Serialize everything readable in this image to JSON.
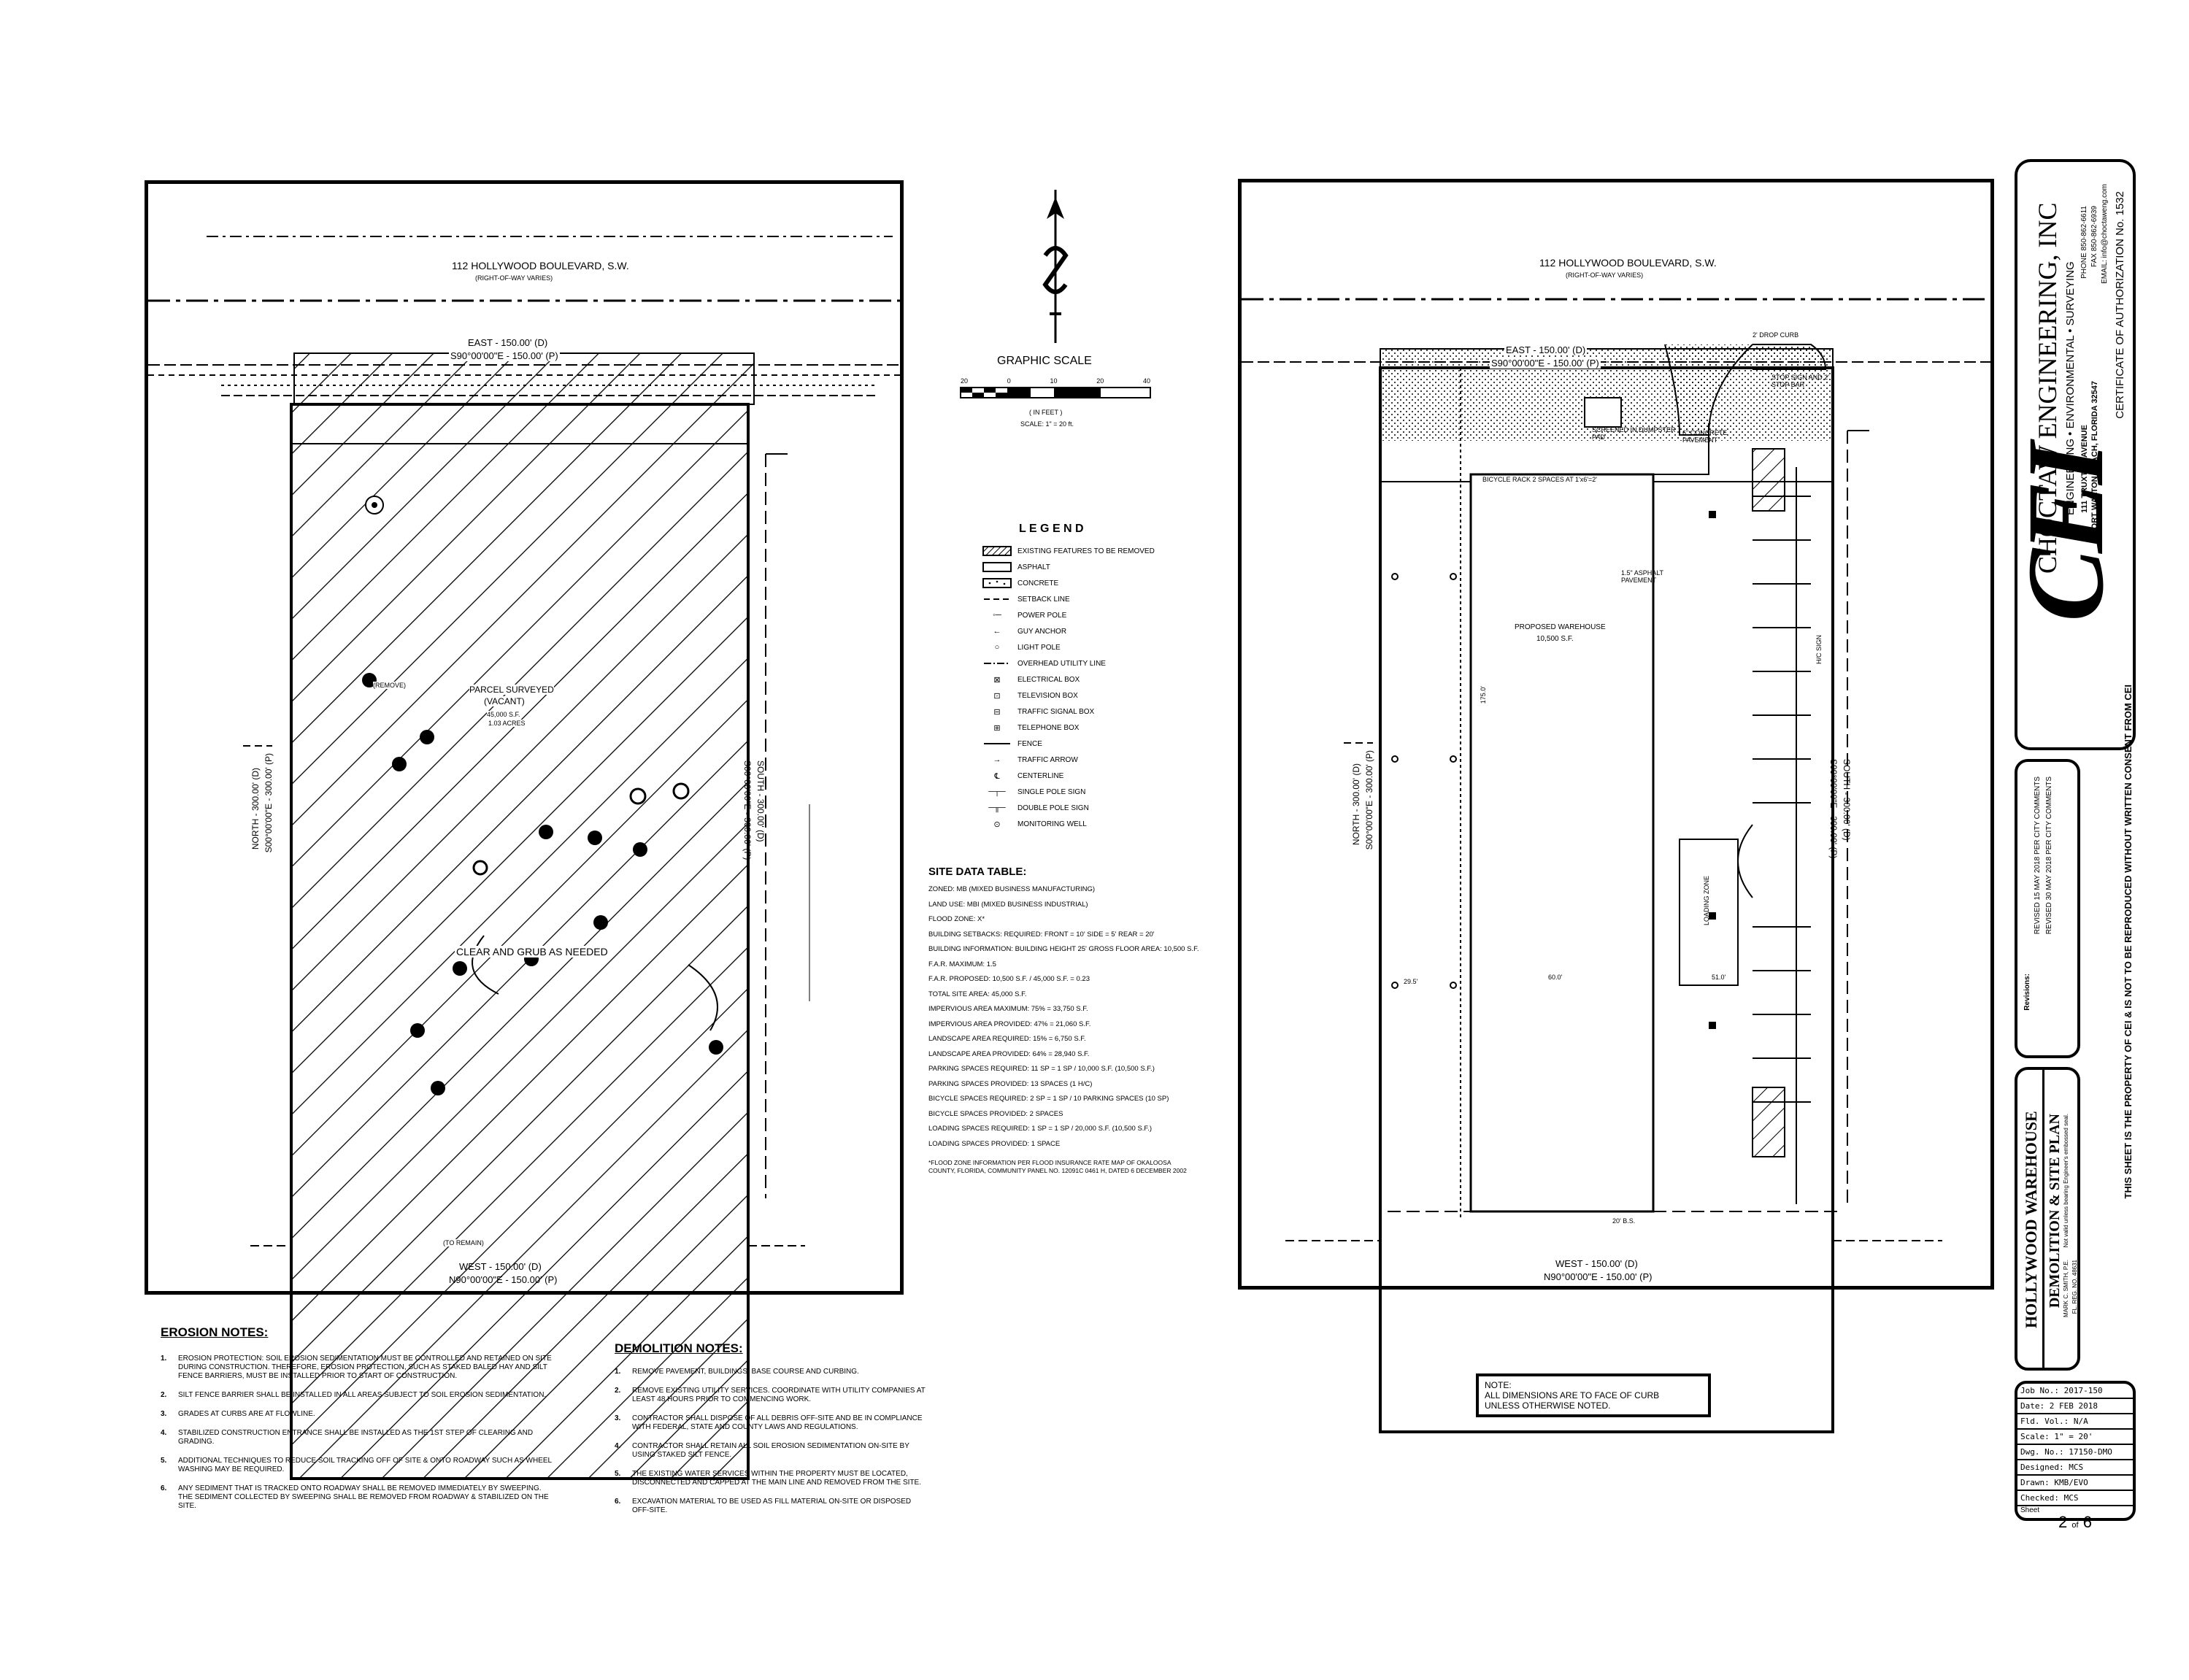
{
  "left_plan": {
    "road_name": "112 HOLLYWOOD BOULEVARD, S.W.",
    "row_note": "(RIGHT-OF-WAY VARIES)",
    "north_bearing": "EAST - 150.00' (D)",
    "north_bearing_p": "S90°00'00\"E - 150.00' (P)",
    "south_bearing": "WEST - 150.00' (D)",
    "south_bearing_p": "N90°00'00\"E - 150.00' (P)",
    "west_bearing": "NORTH - 300.00' (D)",
    "west_bearing_p": "S00°00'00\"E - 300.00' (P)",
    "east_bearing": "SOUTH - 300.00' (D)",
    "east_bearing_p": "S00°00'00\"E - 300.00' (P)",
    "parcel_label": "PARCEL SURVEYED",
    "parcel_sub": "(VACANT)",
    "parcel_area": "45,000 S.F.",
    "parcel_acres": "1.03 ACRES",
    "clear_grub": "CLEAR AND GRUB AS NEEDED",
    "remove_tag": "(REMOVE)",
    "to_remain_tag": "(TO REMAIN)"
  },
  "right_plan": {
    "road_name": "112 HOLLYWOOD BOULEVARD, S.W.",
    "row_note": "(RIGHT-OF-WAY VARIES)",
    "north_bearing": "EAST - 150.00' (D)",
    "north_bearing_p": "S90°00'00\"E - 150.00' (P)",
    "south_bearing": "WEST - 150.00' (D)",
    "south_bearing_p": "N90°00'00\"E - 150.00' (P)",
    "west_bearing": "NORTH - 300.00' (D)",
    "west_bearing_p": "S00°00'00\"E - 300.00' (P)",
    "east_bearing": "SOUTH - 300.00' (D)",
    "east_bearing_p": "S00°00'00\"E - 300.00' (P)",
    "warehouse": "PROPOSED WAREHOUSE",
    "warehouse_area": "10,500 S.F.",
    "loading_zone": "LOADING ZONE",
    "bicycle_rack": "BICYCLE RACK 2 SPACES AT 1'x6'=2'",
    "dumpster": "SCREENED IN DUMPSTER PAD",
    "concrete_pavement": "6\" CONCRETE PAVEMENT",
    "asphalt_pavement": "1.5\" ASPHALT PAVEMENT",
    "drop_curb": "2' DROP CURB",
    "stop_sign": "STOP SIGN AND 2' STOP BAR",
    "hc_sign": "H/C SIGN",
    "dim_left_width": "60.0'",
    "dim_right_width": "51.0'",
    "dim_setback_w": "29.5'",
    "dim_175": "175.0'",
    "dim_20": "20' B.S."
  },
  "graphic_scale": {
    "title": "GRAPHIC SCALE",
    "ticks": [
      "20",
      "0",
      "10",
      "20",
      "40"
    ],
    "unit": "( IN FEET )",
    "ratio": "SCALE: 1\" = 20 ft."
  },
  "legend": {
    "title": "L E G E N D",
    "items": [
      {
        "symbol": "hatch",
        "label": "EXISTING FEATURES TO BE REMOVED"
      },
      {
        "symbol": "box",
        "label": "ASPHALT"
      },
      {
        "symbol": "dots",
        "label": "CONCRETE"
      },
      {
        "symbol": "dash",
        "label": "SETBACK LINE"
      },
      {
        "symbol": "power-pole",
        "label": "POWER POLE"
      },
      {
        "symbol": "guy-anchor",
        "label": "GUY ANCHOR"
      },
      {
        "symbol": "light-pole",
        "label": "LIGHT POLE"
      },
      {
        "symbol": "overhead",
        "label": "OVERHEAD UTILITY LINE"
      },
      {
        "symbol": "elec-box",
        "label": "ELECTRICAL BOX"
      },
      {
        "symbol": "tv-box",
        "label": "TELEVISION BOX"
      },
      {
        "symbol": "traffic-box",
        "label": "TRAFFIC SIGNAL BOX"
      },
      {
        "symbol": "tel-box",
        "label": "TELEPHONE BOX"
      },
      {
        "symbol": "fence",
        "label": "FENCE"
      },
      {
        "symbol": "arrow",
        "label": "TRAFFIC ARROW"
      },
      {
        "symbol": "centerline",
        "label": "CENTERLINE"
      },
      {
        "symbol": "single-sign",
        "label": "SINGLE POLE SIGN"
      },
      {
        "symbol": "double-sign",
        "label": "DOUBLE POLE SIGN"
      },
      {
        "symbol": "well",
        "label": "MONITORING WELL"
      }
    ]
  },
  "site_data": {
    "title": "SITE DATA TABLE:",
    "rows": [
      "ZONED: MB (MIXED BUSINESS MANUFACTURING)",
      "LAND USE: MBI (MIXED BUSINESS INDUSTRIAL)",
      "FLOOD ZONE: X*",
      "BUILDING SETBACKS: REQUIRED: FRONT = 10' SIDE = 5' REAR = 20'",
      "BUILDING INFORMATION: BUILDING HEIGHT 25' GROSS FLOOR AREA: 10,500 S.F.",
      "F.A.R. MAXIMUM: 1.5",
      "F.A.R. PROPOSED: 10,500 S.F. / 45,000 S.F. = 0.23",
      "TOTAL SITE AREA: 45,000 S.F.",
      "IMPERVIOUS AREA MAXIMUM: 75% = 33,750 S.F.",
      "IMPERVIOUS AREA PROVIDED: 47% = 21,060 S.F.",
      "LANDSCAPE AREA REQUIRED: 15% = 6,750 S.F.",
      "LANDSCAPE AREA PROVIDED: 64% = 28,940 S.F.",
      "PARKING SPACES REQUIRED: 11 SP = 1 SP / 10,000 S.F. (10,500 S.F.)",
      "PARKING SPACES PROVIDED: 13 SPACES (1 H/C)",
      "BICYCLE SPACES REQUIRED: 2 SP = 1 SP / 10 PARKING SPACES (10 SP)",
      "BICYCLE SPACES PROVIDED: 2 SPACES",
      "LOADING SPACES REQUIRED: 1 SP = 1 SP / 20,000 S.F. (10,500 S.F.)",
      "LOADING SPACES PROVIDED: 1 SPACE"
    ],
    "footnote": "*FLOOD ZONE INFORMATION PER FLOOD INSURANCE RATE MAP OF OKALOOSA COUNTY, FLORIDA, COMMUNITY PANEL NO. 12091C 0461 H, DATED 6 DECEMBER 2002"
  },
  "erosion_notes": {
    "title": "EROSION NOTES:",
    "items": [
      "EROSION PROTECTION: SOIL EROSION SEDIMENTATION MUST BE CONTROLLED AND RETAINED ON SITE DURING CONSTRUCTION. THEREFORE, EROSION PROTECTION, SUCH AS STAKED BALED HAY AND SILT FENCE BARRIERS, MUST BE INSTALLED PRIOR TO START OF CONSTRUCTION.",
      "SILT FENCE BARRIER SHALL BE INSTALLED IN ALL AREAS SUBJECT TO SOIL EROSION SEDIMENTATION.",
      "GRADES AT CURBS ARE AT FLOWLINE.",
      "STABILIZED CONSTRUCTION ENTRANCE SHALL BE INSTALLED AS THE 1ST STEP OF CLEARING AND GRADING.",
      "ADDITIONAL TECHNIQUES TO REDUCE SOIL TRACKING OFF OF SITE & ONTO ROADWAY SUCH AS WHEEL WASHING MAY BE REQUIRED.",
      "ANY SEDIMENT THAT IS TRACKED ONTO ROADWAY SHALL BE REMOVED IMMEDIATELY BY SWEEPING. THE SEDIMENT COLLECTED BY SWEEPING SHALL BE REMOVED FROM ROADWAY & STABILIZED ON THE SITE."
    ]
  },
  "demolition_notes": {
    "title": "DEMOLITION NOTES:",
    "items": [
      "REMOVE PAVEMENT, BUILDINGS, BASE COURSE AND CURBING.",
      "REMOVE EXISTING UTILITY SERVICES. COORDINATE WITH UTILITY COMPANIES AT LEAST 48 HOURS PRIOR TO COMMENCING WORK.",
      "CONTRACTOR SHALL DISPOSE OF ALL DEBRIS OFF-SITE AND BE IN COMPLIANCE WITH FEDERAL, STATE AND COUNTY LAWS AND REGULATIONS.",
      "CONTRACTOR SHALL RETAIN ALL SOIL EROSION SEDIMENTATION ON-SITE BY USING STAKED SILT FENCE.",
      "THE EXISTING WATER SERVICES WITHIN THE PROPERTY MUST BE LOCATED, DISCONNECTED AND CAPPED AT THE MAIN LINE AND REMOVED FROM THE SITE.",
      "EXCAVATION MATERIAL TO BE USED AS FILL MATERIAL ON-SITE OR DISPOSED OFF-SITE."
    ]
  },
  "dim_note": {
    "line1": "NOTE:",
    "line2": "ALL DIMENSIONS ARE TO FACE OF CURB",
    "line3": "UNLESS OTHERWISE NOTED."
  },
  "title_block": {
    "logo": "CEI",
    "company": "CHOCTAW ENGINEERING, INC",
    "services": "ENGINEERING • ENVIRONMENTAL • SURVEYING",
    "address1": "111 TRUXTON AVENUE",
    "address2": "FORT WALTON BEACH, FLORIDA 32547",
    "phone": "PHONE 850-862-6611",
    "fax": "FAX 850-862-6939",
    "email": "EMAIL: info@choctaweng.com",
    "cert": "CERTIFICATE OF AUTHORIZATION No. 1532",
    "revisions_label": "Revisions:",
    "rev1": "REVISED 15 MAY 2018 PER CITY COMMENTS",
    "rev2": "REVISED 30 MAY 2018 PER CITY COMMENTS",
    "project": "HOLLYWOOD WAREHOUSE",
    "sheet_title": "DEMOLITION & SITE PLAN",
    "seal_note": "Not valid unless bearing Engineer's embossed seal.",
    "engineer": "MARK C. SMITH, P.E.",
    "engineer_reg": "FL. REG. NO. 48631",
    "property_note": "THIS SHEET IS THE PROPERTY OF CEI & IS NOT TO BE REPRODUCED WITHOUT WRITTEN CONSENT FROM CEI",
    "job_no": "Job No.: 2017-150",
    "date": "Date:     2 FEB 2018",
    "fld_vol": "Fld. Vol.: N/A",
    "scale": "Scale:    1\" = 20'",
    "dwg_no": "Dwg. No.: 17150-DMO",
    "designed": "Designed: MCS",
    "drawn": "Drawn:    KMB/EVO",
    "checked": "Checked:  MCS",
    "sheet_label": "Sheet",
    "sheet_num": "2",
    "sheet_of": "of",
    "sheet_total": "6"
  }
}
